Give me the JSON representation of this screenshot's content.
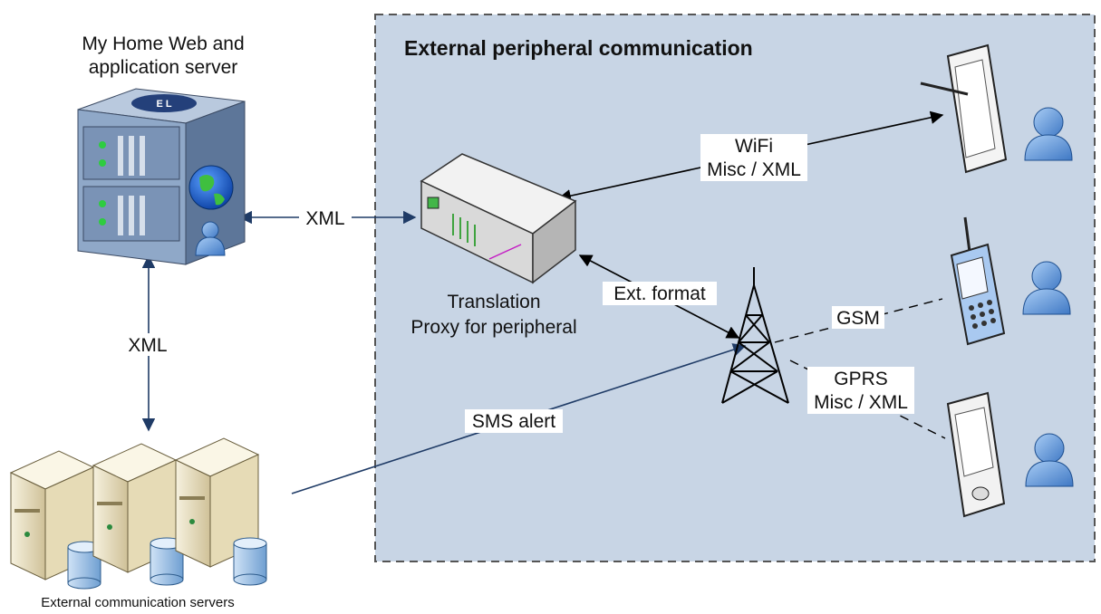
{
  "zone": {
    "title": "External peripheral communication"
  },
  "web_server": {
    "label_line1": "My Home Web and",
    "label_line2": "application server",
    "logo_text": "E L"
  },
  "proxy": {
    "label_line1": "Translation",
    "label_line2": "Proxy for peripheral"
  },
  "ext_servers": {
    "label": "External communication servers"
  },
  "connections": {
    "xml_horizontal": "XML",
    "xml_vertical": "XML",
    "wifi_line1": "WiFi",
    "wifi_line2": "Misc / XML",
    "ext_format": "Ext. format",
    "gsm": "GSM",
    "gprs_line1": "GPRS",
    "gprs_line2": "Misc / XML",
    "sms": "SMS alert"
  },
  "icons": [
    "web-server-icon",
    "globe-icon",
    "tablet-icon",
    "mobile-phone-icon",
    "pda-icon",
    "user-icon",
    "cell-tower-icon",
    "router-icon",
    "tower-server-icon",
    "database-icon"
  ],
  "colors": {
    "zone_fill": "#c8d5e5",
    "zone_border": "#555555",
    "arrow_blue": "#1f3b66",
    "arrow_black": "#000000",
    "server_blue": "#8fa8c8",
    "server_beige": "#e9dfbf",
    "user_blue": "#6f9fd8"
  }
}
